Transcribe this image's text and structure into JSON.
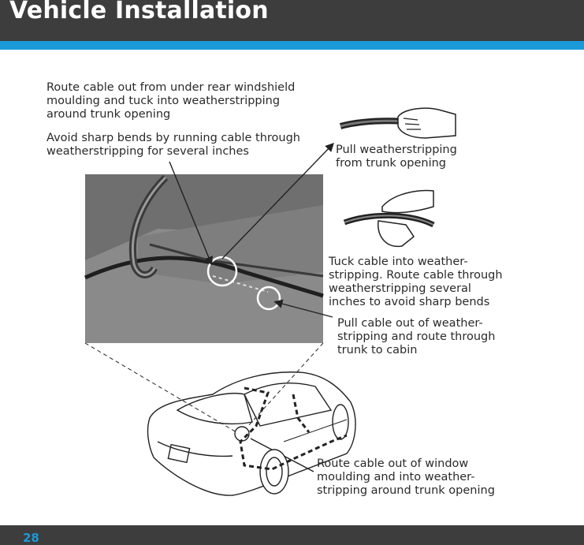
{
  "page": {
    "title": "Vehicle Installation",
    "page_number": "28"
  },
  "callouts": {
    "route_under_windshield": "Route cable out from under rear windshield\nmoulding and tuck into weatherstripping\naround trunk opening",
    "avoid_sharp_bends": "Avoid sharp bends by running cable through\nweatherstripping for several inches",
    "pull_weatherstripping": "Pull weatherstripping\nfrom trunk opening",
    "tuck_cable": "Tuck cable into weather-\nstripping. Route cable through\nweatherstripping several\ninches to avoid sharp bends",
    "pull_cable_out": "Pull cable out of weather-\nstripping and route through\ntrunk to cabin",
    "route_window_moulding": "Route cable out of window\nmoulding and into weather-\nstripping around trunk opening"
  },
  "colors": {
    "header_bg": "#3d3d3d",
    "accent_blue": "#1a9ad9",
    "photo_gray": "#8a8a8a"
  }
}
